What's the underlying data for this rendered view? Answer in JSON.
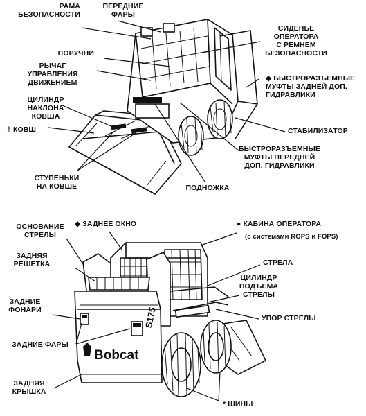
{
  "top_labels": {
    "rama": [
      "РАМА",
      "БЕЗОПАСНОСТИ"
    ],
    "fary": [
      "ПЕРЕДНИЕ",
      "ФАРЫ"
    ],
    "poruchni": [
      "ПОРУЧНИ"
    ],
    "rychag": [
      "РЫЧАГ",
      "УПРАВЛЕНИЯ",
      "ДВИЖЕНИЕМ"
    ],
    "cilindr": [
      "ЦИЛИНДР",
      "НАКЛОНА",
      "КОВША"
    ],
    "kovsh": [
      "† КОВШ"
    ],
    "stupenki": [
      "СТУПЕНЬКИ",
      "НА КОВШЕ"
    ],
    "podnozhka": [
      "ПОДНОЖКА"
    ],
    "sidene": [
      "СИДЕНЬЕ",
      "ОПЕРАТОРА",
      "С РЕМНЕМ",
      "БЕЗОПАСНОСТИ"
    ],
    "mufty_zad": [
      "◆ БЫСТРОРАЗЪЕМНЫЕ",
      "МУФТЫ ЗАДНЕЙ ДОП.",
      "ГИДРАВЛИКИ"
    ],
    "stabilizator": [
      "СТАБИЛИЗАТОР"
    ],
    "mufty_per": [
      "БЫСТРОРАЗЪЕМНЫЕ",
      "МУФТЫ ПЕРЕДНЕЙ",
      "ДОП. ГИДРАВЛИКИ"
    ]
  },
  "bottom_labels": {
    "osnovanie": [
      "ОСНОВАНИЕ",
      "СТРЕЛЫ"
    ],
    "okno": [
      "◆ ЗАДНЕЕ ОКНО"
    ],
    "kabina": [
      "●   КАБИНА ОПЕРАТОРА"
    ],
    "kabina_sub": [
      "(с системами ROPS и FOPS)"
    ],
    "reshetka": [
      "ЗАДНЯЯ",
      "РЕШЕТКА"
    ],
    "strela": [
      "СТРЕЛА"
    ],
    "podema": [
      "ЦИЛИНДР",
      "ПОДЪЕМА",
      "СТРЕЛЫ"
    ],
    "fonari": [
      "ЗАДНИЕ",
      "ФОНАРИ"
    ],
    "upor": [
      "УПОР СТРЕЛЫ"
    ],
    "zadnie_fary": [
      "ЗАДНИЕ ФАРЫ"
    ],
    "kryshka": [
      "ЗАДНЯЯ",
      "КРЫШКА"
    ],
    "shiny": [
      "* ШИНЫ"
    ]
  },
  "machine": {
    "brand": "Bobcat",
    "model": "S175"
  }
}
